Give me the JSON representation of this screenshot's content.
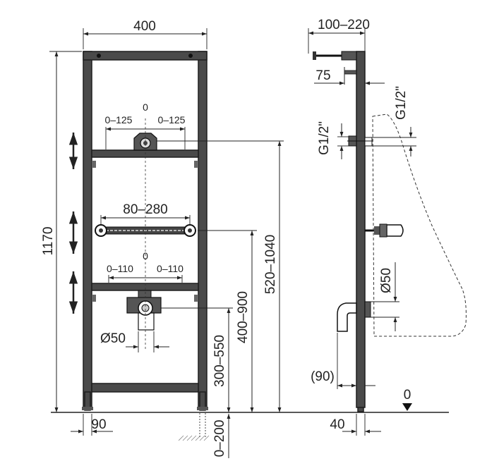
{
  "front_view": {
    "width_label": "400",
    "height_label": "1170",
    "top_zero": "0",
    "top_left_range": "0–125",
    "top_right_range": "0–125",
    "bracket_span_label": "80–280",
    "mid_zero": "0",
    "mid_left_range": "0–110",
    "mid_right_range": "0–110",
    "drain_diameter_label": "Ø50",
    "foot_label": "90",
    "inlet_height_label": "520–1040",
    "bracket_height_label": "400–900",
    "drain_height_label": "300–550",
    "floor_adjust_label": "0–200"
  },
  "side_view": {
    "depth_label": "100–220",
    "offset_label": "75",
    "thread_left_label": "G1/2\"",
    "thread_right_label": "G1/2\"",
    "drain_diameter_label": "Ø50",
    "outlet_label": "(90)",
    "foot_label": "40",
    "floor_label": "0"
  }
}
